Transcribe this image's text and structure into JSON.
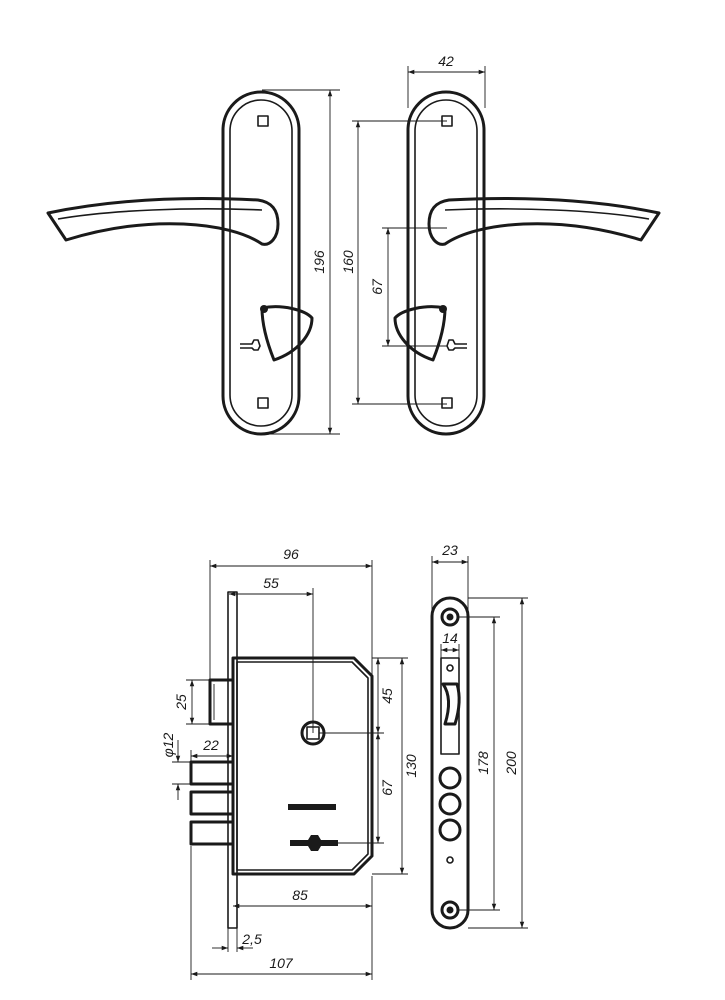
{
  "handles": {
    "dimensions": {
      "width": "42",
      "height": "196",
      "mount_spacing": "160",
      "spindle_to_key": "67"
    }
  },
  "lock": {
    "dimensions": {
      "width": "96",
      "backset": "55",
      "latch_height": "25",
      "bolt_diameter": "φ12",
      "bolt_throw": "22",
      "body_height": "130",
      "follower_offset": "45",
      "spindle_to_key": "67",
      "body_depth": "85",
      "plate_thickness": "2,5",
      "total_length": "107",
      "faceplate_width": "23",
      "latch_width": "14",
      "screw_spacing": "178",
      "faceplate_height": "200"
    }
  }
}
